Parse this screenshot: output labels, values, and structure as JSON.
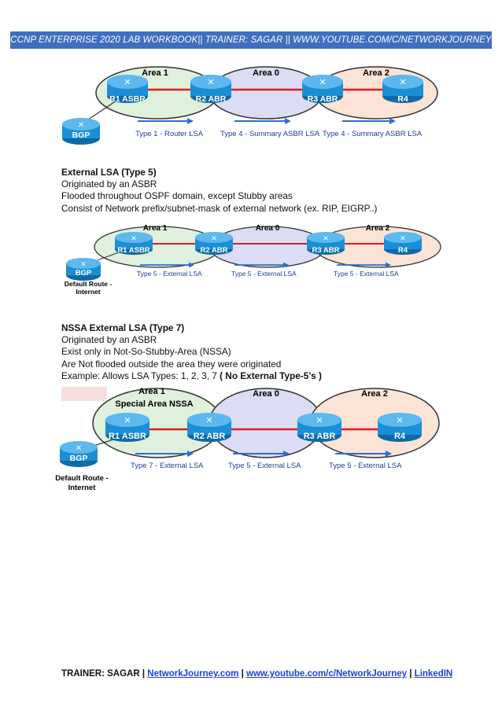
{
  "header": {
    "title": "CCNP ENTERPRISE 2020 LAB WORKBOOK|| TRAINER: SAGAR || WWW.YOUTUBE.COM/C/NETWORKJOURNEY"
  },
  "diagram1": {
    "areas": [
      "Area 1",
      "Area 0",
      "Area 2"
    ],
    "routers": [
      "R1 ASBR",
      "R2 ABR",
      "R3 ABR",
      "R4"
    ],
    "bgp": "BGP",
    "lsa": [
      "Type 1 - Router LSA",
      "Type 4 - Summary ASBR LSA",
      "Type 4 - Summary ASBR LSA"
    ]
  },
  "section1": {
    "heading": "External LSA (Type 5)",
    "lines": [
      "Originated by an ASBR",
      "Flooded throughout OSPF domain, except Stubby areas",
      "Consist of Network prefix/subnet-mask of external network (ex. RIP, EIGRP..)"
    ]
  },
  "diagram2": {
    "areas": [
      "Area 1",
      "Area 0",
      "Area 2"
    ],
    "routers": [
      "R1 ASBR",
      "R2 ABR",
      "R3 ABR",
      "R4"
    ],
    "bgp": "BGP",
    "bgp_caption": [
      "Default Route -",
      "Internet"
    ],
    "lsa": [
      "Type 5 - External LSA",
      "Type 5 - External LSA",
      "Type 5 - External LSA"
    ]
  },
  "section2": {
    "heading": "NSSA External LSA (Type 7)",
    "lines": [
      "Originated by an ASBR",
      "Exist only in Not-So-Stubby-Area (NSSA)",
      "Are Not flooded outside the area they were originated"
    ],
    "example_prefix": "Example: Allows LSA Types: 1, 2, 3, 7 ",
    "example_bold": "( No External Type-5’s )"
  },
  "diagram3": {
    "areas": [
      "Area 1",
      "Area 0",
      "Area 2"
    ],
    "area1_sub": "Special Area NSSA",
    "routers": [
      "R1 ASBR",
      "R2 ABR",
      "R3 ABR",
      "R4"
    ],
    "bgp": "BGP",
    "bgp_caption": [
      "Default Route -",
      "Internet"
    ],
    "lsa": [
      "Type 7 - External LSA",
      "Type 5 - External LSA",
      "Type 5 - External LSA"
    ]
  },
  "footer": {
    "prefix": "TRAINER: SAGAR | ",
    "link1": "NetworkJourney.com",
    "sep1": " | ",
    "link2": "www.youtube.com/c/NetworkJourney",
    "sep2": " | ",
    "link3": "LinkedIN"
  },
  "colors": {
    "header_bg": "#3f6fc0",
    "area1": "#dff0dc",
    "area0": "#dcdcf4",
    "area2": "#fbe3d6",
    "router": "#1b8fd6",
    "link": "#d42020",
    "arrow": "#2a6fd0"
  }
}
